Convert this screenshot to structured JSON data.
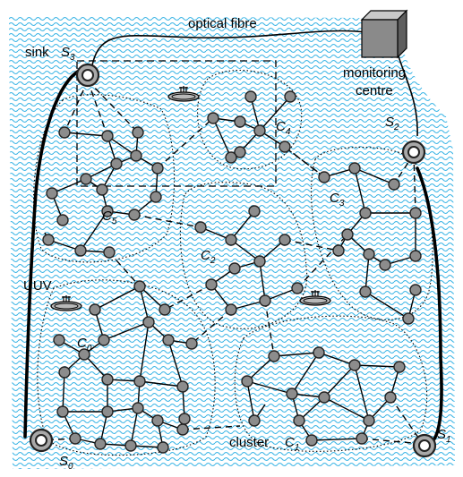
{
  "labels": {
    "optical_fibre": "optical fibre",
    "sink_word": "sink",
    "monitoring_line1": "monitoring",
    "monitoring_line2": "centre",
    "uuv": "UUV",
    "cluster_word": "cluster"
  },
  "sinks": {
    "s0": {
      "main": "S",
      "sub": "0"
    },
    "s1": {
      "main": "S",
      "sub": "1"
    },
    "s2": {
      "main": "S",
      "sub": "2"
    },
    "s3": {
      "main": "S",
      "sub": "3"
    }
  },
  "clusters": {
    "c0": {
      "main": "C",
      "sub": "0"
    },
    "c1": {
      "main": "C",
      "sub": "1"
    },
    "c2": {
      "main": "C",
      "sub": "2"
    },
    "c3": {
      "main": "C",
      "sub": "3"
    },
    "c4": {
      "main": "C",
      "sub": "4"
    },
    "c5": {
      "main": "C",
      "sub": "5"
    }
  },
  "colors": {
    "water_wave": "#3fb6e6",
    "node_fill": "#8c8c8c",
    "node_stroke": "#222222",
    "sink_fill": "#a8a8a8",
    "box_front": "#8a8a8a",
    "box_top": "#c9c9c9",
    "box_side": "#5e5e5e"
  }
}
